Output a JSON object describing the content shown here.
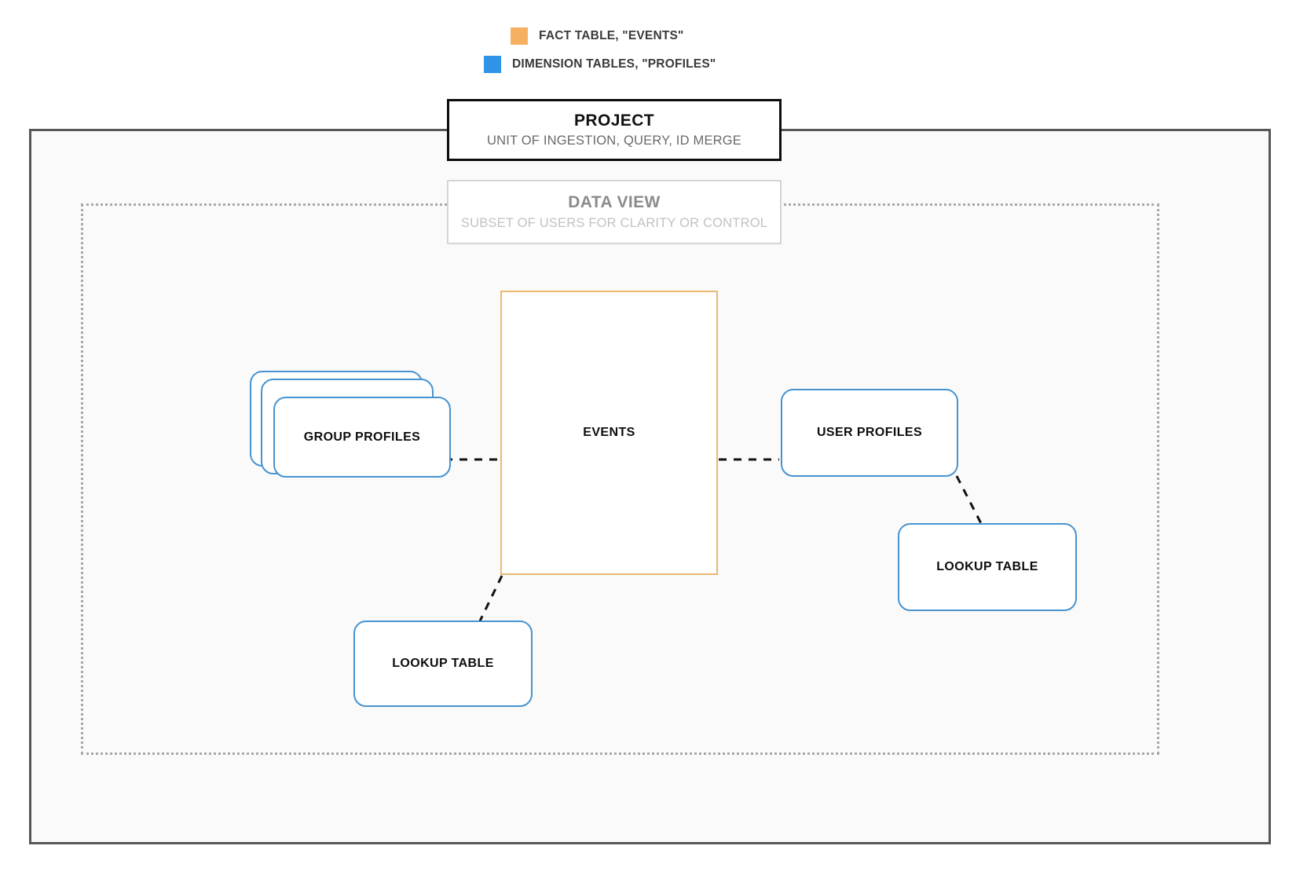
{
  "diagram": {
    "title": "Project / Data View / Tables architecture diagram",
    "legend": [
      {
        "id": "fact",
        "label": "FACT TABLE, \"EVENTS\"",
        "color": "#f5b062",
        "icon": "orange-square-swatch"
      },
      {
        "id": "dimension",
        "label": "DIMENSION TABLES, \"PROFILES\"",
        "color": "#2f93e8",
        "icon": "blue-square-swatch"
      }
    ],
    "containers": {
      "project": {
        "title": "PROJECT",
        "subtitle": "UNIT OF INGESTION, QUERY, ID MERGE",
        "border_color": "#0d0d0d",
        "border_style": "solid"
      },
      "data_view": {
        "title": "DATA VIEW",
        "subtitle": "SUBSET OF USERS FOR CLARITY OR CONTROL",
        "border_color": "#a8a8a8",
        "border_style": "dotted"
      }
    },
    "nodes": [
      {
        "id": "events",
        "label": "EVENTS",
        "type": "fact",
        "color": "#eab871",
        "shape": "rect"
      },
      {
        "id": "group_profiles",
        "label": "GROUP PROFILES",
        "type": "dimension",
        "color": "#4793d0",
        "shape": "stacked-rounded-rect",
        "stack_count": 3
      },
      {
        "id": "user_profiles",
        "label": "USER PROFILES",
        "type": "dimension",
        "color": "#4793d0",
        "shape": "rounded-rect"
      },
      {
        "id": "lookup_left",
        "label": "LOOKUP TABLE",
        "type": "dimension",
        "color": "#4793d0",
        "shape": "rounded-rect"
      },
      {
        "id": "lookup_right",
        "label": "LOOKUP TABLE",
        "type": "dimension",
        "color": "#4793d0",
        "shape": "rounded-rect"
      }
    ],
    "connectors": [
      {
        "from": "group_profiles",
        "to": "events",
        "style": "dashed",
        "color": "#111111"
      },
      {
        "from": "events",
        "to": "user_profiles",
        "style": "dashed",
        "color": "#111111"
      },
      {
        "from": "events",
        "to": "lookup_left",
        "style": "dashed",
        "color": "#111111"
      },
      {
        "from": "user_profiles",
        "to": "lookup_right",
        "style": "dashed",
        "color": "#111111"
      }
    ]
  }
}
